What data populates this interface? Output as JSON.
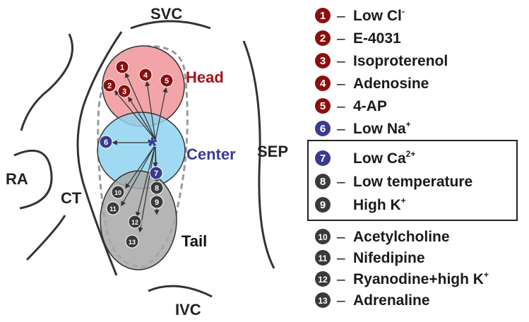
{
  "labels": {
    "svc": "SVC",
    "ivc": "IVC",
    "ra": "RA",
    "ct": "CT",
    "sep": "SEP",
    "head": "Head",
    "center": "Center",
    "tail": "Tail",
    "center_star": "*"
  },
  "colors": {
    "head_fill": "#f2a4a8",
    "center_fill": "#8fd4f0",
    "tail_fill": "#a8a8a8",
    "head_text": "#a0161b",
    "center_text": "#3a3a9a",
    "red_marker": "#8b0f0f",
    "blue_marker": "#3a3a8f",
    "gray_marker": "#3a3a3a"
  },
  "legend": [
    {
      "num": "1",
      "color": "red",
      "dash": "–",
      "label": "Low Cl",
      "sup": "-"
    },
    {
      "num": "2",
      "color": "red",
      "dash": "–",
      "label": "E-4031",
      "sup": ""
    },
    {
      "num": "3",
      "color": "red",
      "dash": "–",
      "label": "Isoproterenol",
      "sup": ""
    },
    {
      "num": "4",
      "color": "red",
      "dash": "–",
      "label": "Adenosine",
      "sup": ""
    },
    {
      "num": "5",
      "color": "red",
      "dash": "–",
      "label": "4-AP",
      "sup": ""
    },
    {
      "num": "6",
      "color": "blue",
      "dash": "–",
      "label": "Low Na",
      "sup": "+"
    },
    {
      "num": "7",
      "color": "blue",
      "dash": "",
      "label": "Low Ca",
      "sup": "2+"
    },
    {
      "num": "8",
      "color": "gray",
      "dash": "–",
      "label": "Low temperature",
      "sup": ""
    },
    {
      "num": "9",
      "color": "gray",
      "dash": "",
      "label": "High K",
      "sup": "+"
    },
    {
      "num": "10",
      "color": "gray",
      "dash": "–",
      "label": "Acetylcholine",
      "sup": ""
    },
    {
      "num": "11",
      "color": "gray",
      "dash": "–",
      "label": "Nifedipine",
      "sup": ""
    },
    {
      "num": "12",
      "color": "gray",
      "dash": "–",
      "label": "Ryanodine+high K",
      "sup": "+"
    },
    {
      "num": "13",
      "color": "gray",
      "dash": "–",
      "label": "Adrenaline",
      "sup": ""
    }
  ],
  "markers": [
    {
      "num": "1",
      "color": "red"
    },
    {
      "num": "2",
      "color": "red"
    },
    {
      "num": "3",
      "color": "red"
    },
    {
      "num": "4",
      "color": "red"
    },
    {
      "num": "5",
      "color": "red"
    },
    {
      "num": "6",
      "color": "blue"
    },
    {
      "num": "7",
      "color": "blue"
    },
    {
      "num": "8",
      "color": "gray"
    },
    {
      "num": "9",
      "color": "gray"
    },
    {
      "num": "10",
      "color": "gray"
    },
    {
      "num": "11",
      "color": "gray"
    },
    {
      "num": "12",
      "color": "gray"
    },
    {
      "num": "13",
      "color": "gray"
    }
  ]
}
